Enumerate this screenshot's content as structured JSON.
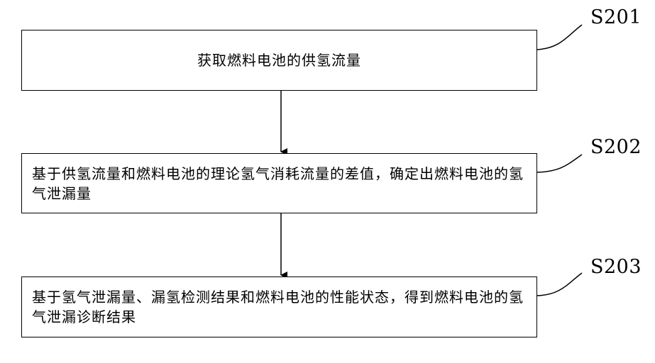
{
  "steps": [
    {
      "id": "S201",
      "label": "S201",
      "text": "获取燃料电池的供氢流量"
    },
    {
      "id": "S202",
      "label": "S202",
      "text": "基于供氢流量和燃料电池的理论氢气消耗流量的差值，确定出燃料电池的氢气泄漏量"
    },
    {
      "id": "S203",
      "label": "S203",
      "text": "基于氢气泄漏量、漏氢检测结果和燃料电池的性能状态，得到燃料电池的氢气泄漏诊断结果"
    }
  ]
}
